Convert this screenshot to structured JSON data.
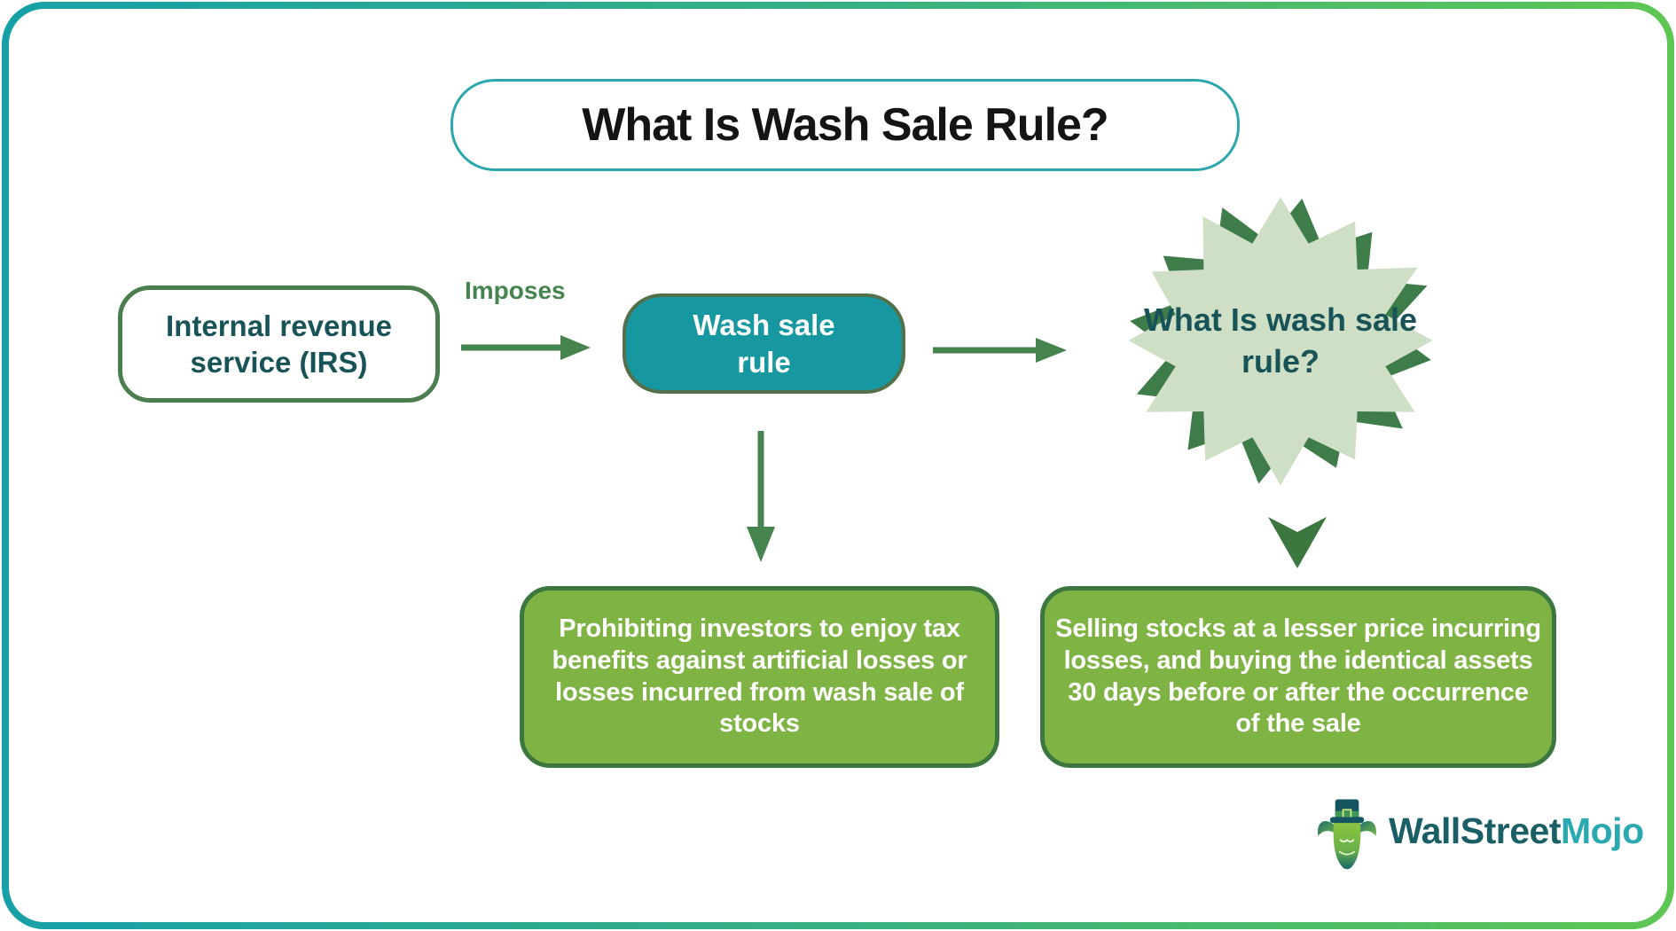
{
  "title": {
    "text": "What Is Wash Sale Rule?"
  },
  "flow": {
    "irs_box": {
      "text": "Internal revenue service (IRS)"
    },
    "imposes_label": "Imposes",
    "wash_sale_box": {
      "text": "Wash sale rule"
    },
    "starburst": {
      "text": "What Is wash sale rule?"
    },
    "outcome_left": {
      "text": "Prohibiting investors to enjoy tax benefits against artificial losses or losses incurred from wash sale of stocks"
    },
    "outcome_right": {
      "text": "Selling stocks at a lesser price incurring losses, and buying the identical assets 30 days before or after the occurrence of the sale"
    }
  },
  "logo": {
    "part1": "WallStreet",
    "part2": "Mojo",
    "icon": "bull-mascot-icon"
  },
  "colors": {
    "frame_gradient_left": "#17a0a8",
    "frame_gradient_right": "#5ec653",
    "title_border": "#2ba7ad",
    "node_border_green": "#4b7d4f",
    "teal_fill": "#1798a1",
    "outcome_fill": "#7fb444",
    "outcome_border": "#3d7740",
    "arrow_green": "#45834f",
    "starburst_fill": "#cfdfc5",
    "starburst_accent": "#3e7c49",
    "dark_teal_text": "#185457",
    "logo_dark": "#1a5f66",
    "logo_light": "#2aa9b0"
  }
}
